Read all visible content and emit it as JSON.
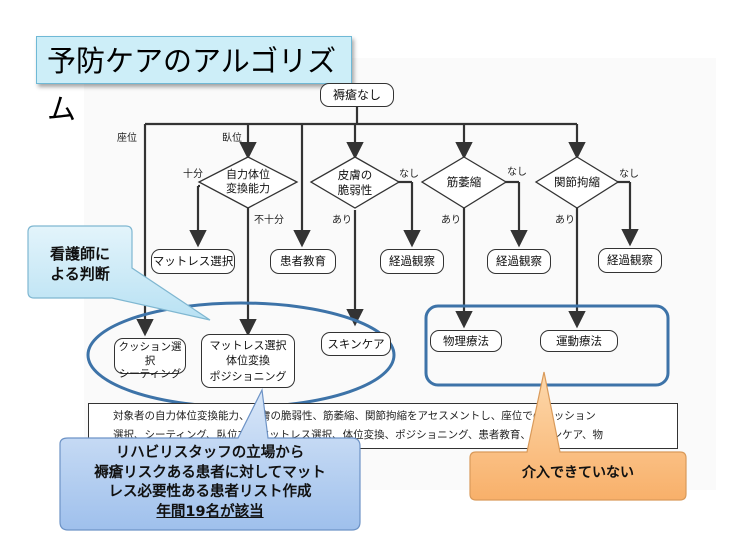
{
  "title": "予防ケアのアルゴリズム",
  "start": "褥瘡なし",
  "branch_labels": {
    "sitting": "座位",
    "lying": "臥位",
    "enough": "十分",
    "insufficient": "不十分",
    "skin_no": "なし",
    "skin_yes": "あり",
    "atrophy_no": "なし",
    "atrophy_yes": "あり",
    "contracture_no": "なし",
    "contracture_yes": "あり"
  },
  "decisions": {
    "self_reposition": "自力体位\n変換能力",
    "skin": "皮膚の\n脆弱性",
    "atrophy": "筋萎縮",
    "contracture": "関節拘縮"
  },
  "outcomes": {
    "mattress_select": "マットレス選択",
    "patient_education": "患者教育",
    "observe1": "経過観察",
    "observe2": "経過観察",
    "observe3": "経過観察",
    "cushion": "クッション選択\nシーティング",
    "mattress_reposition": "マットレス選択\n体位変換\nポジショニング",
    "skin_care": "スキンケア",
    "physio": "物理療法",
    "exercise": "運動療法"
  },
  "bottom_text": {
    "line1": "対象者の自力体位変換能力、皮膚の脆弱性、筋萎縮、関節拘縮をアセスメントし、座位でのクッション",
    "line2": "選択、シーティング、臥位でのマットレス選択、体位変換、ポジショニング、患者教育、スキンケア、物"
  },
  "callouts": {
    "nurse": "看護師に\nよる判断",
    "rehab_line1": "リハビリスタッフの立場から",
    "rehab_line2": "褥瘡リスクある患者に対してマット",
    "rehab_line3": "レス必要性ある患者リスト作成",
    "rehab_line4": "年間19名が該当",
    "not_intervened": "介入できていない"
  },
  "colors": {
    "title_bg": "#cdeef8",
    "ellipse_outline": "#3d73a8",
    "rehab_callout": "#b9d3f3",
    "nurse_callout": "#c9eaf7",
    "orange_callout": "#fbc48a"
  }
}
